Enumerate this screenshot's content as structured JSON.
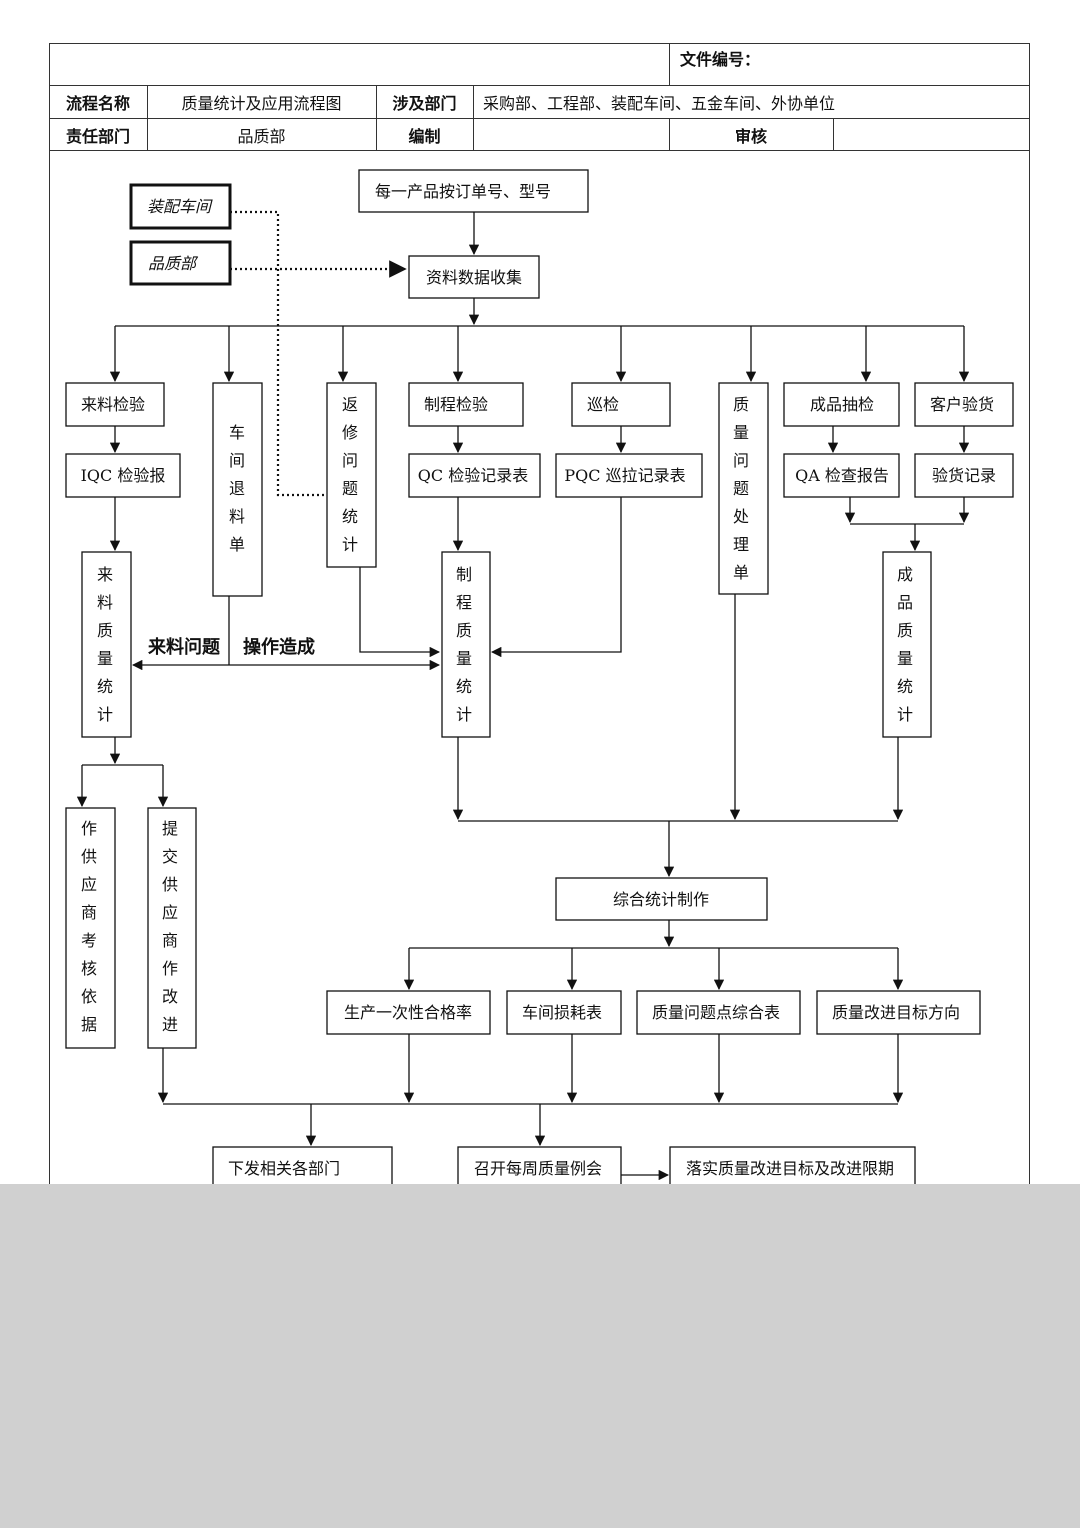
{
  "header": {
    "file_no_label": "文件编号：",
    "process_name_label": "流程名称",
    "process_name": "质量统计及应用流程图",
    "depts_label": "涉及部门",
    "depts": "采购部、工程部、装配车间、五金车间、外协单位",
    "resp_label": "责任部门",
    "resp": "品质部",
    "compile_label": "编制",
    "compile": "",
    "review_label": "审核",
    "review": ""
  },
  "flow": {
    "start": "每一产品按订单号、型号",
    "collect": "资料数据收集",
    "src_assembly": "装配车间",
    "src_quality": "品质部",
    "incoming": "来料检验",
    "iqc": "IQC 检验报",
    "workshop_return": "车间退料单",
    "rework": "返修问题统计",
    "process_inspect": "制程检验",
    "qc_record": "QC 检验记录表",
    "patrol": "巡检",
    "pqc": "PQC 巡拉记录表",
    "issue_sheet": "质量问题处理单",
    "fp_sample": "成品抽检",
    "customer": "客户验货",
    "qa_report": "QA 检查报告",
    "accept_record": "验货记录",
    "incoming_stat": "来料质量统计",
    "process_stat": "制程质量统计",
    "fp_stat": "成品质量统计",
    "label_material": "来料问题",
    "label_operation": "操作造成",
    "supplier_eval": "作供应商考核依据",
    "supplier_improve": "提交供应商作改进",
    "summary": "综合统计制作",
    "first_pass": "生产一次性合格率",
    "loss": "车间损耗表",
    "issue_summary": "质量问题点综合表",
    "improve_dir": "质量改进目标方向",
    "distribute": "下发相关各部门",
    "weekly": "召开每周质量例会",
    "implement": "落实质量改进目标及改进限期"
  }
}
